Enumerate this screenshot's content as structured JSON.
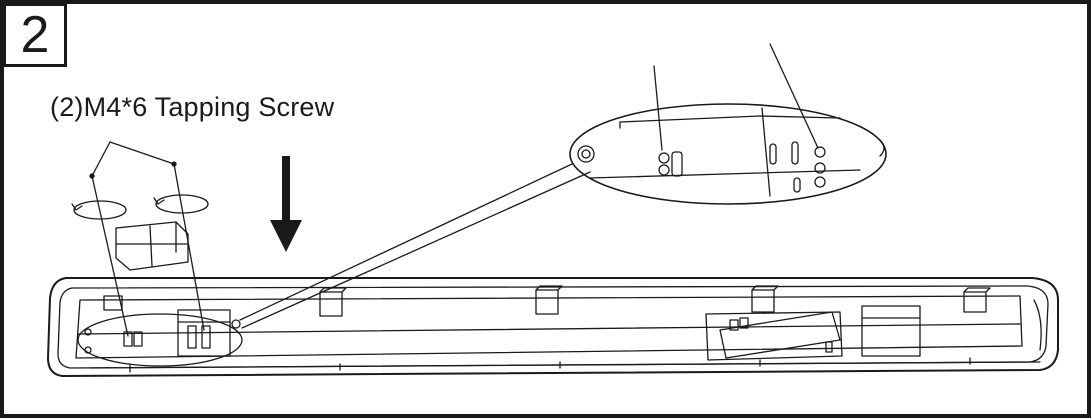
{
  "step": {
    "number": "2"
  },
  "caption": {
    "text": "(2)M4*6 Tapping Screw"
  },
  "icons": [
    "down-arrow-icon",
    "rotate-arrow-icon",
    "magnifier-callout"
  ],
  "colors": {
    "line": "#1a1a1a",
    "background": "#ffffff"
  }
}
